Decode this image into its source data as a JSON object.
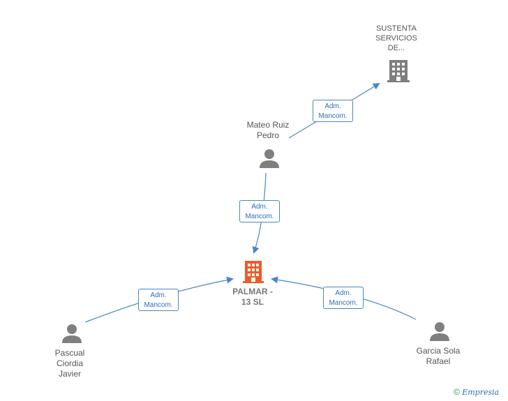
{
  "nodes": {
    "sustenta": {
      "label_lines": [
        "SUSTENTA",
        "SERVICIOS",
        "DE..."
      ],
      "icon": "building-icon",
      "color": "#7f7f7f"
    },
    "mateo": {
      "label_lines": [
        "Mateo Ruiz",
        "Pedro"
      ],
      "icon": "person-icon",
      "color": "#7f7f7f"
    },
    "palmar": {
      "label_lines": [
        "PALMAR -",
        "13 SL"
      ],
      "icon": "building-icon",
      "color": "#f05a28"
    },
    "pascual": {
      "label_lines": [
        "Pascual",
        "Ciordia",
        "Javier"
      ],
      "icon": "person-icon",
      "color": "#7f7f7f"
    },
    "garcia": {
      "label_lines": [
        "Garcia Sola",
        "Rafael"
      ],
      "icon": "person-icon",
      "color": "#7f7f7f"
    }
  },
  "edges": [
    {
      "from": "mateo",
      "to": "sustenta",
      "label_lines": [
        "Adm.",
        "Mancom."
      ]
    },
    {
      "from": "mateo",
      "to": "palmar",
      "label_lines": [
        "Adm.",
        "Mancom."
      ]
    },
    {
      "from": "pascual",
      "to": "palmar",
      "label_lines": [
        "Adm.",
        "Mancom."
      ]
    },
    {
      "from": "garcia",
      "to": "palmar",
      "label_lines": [
        "Adm.",
        "Mancom."
      ]
    }
  ],
  "edge_color": "#4a86c8",
  "watermark": {
    "symbol": "©",
    "brand": "Empresia"
  }
}
